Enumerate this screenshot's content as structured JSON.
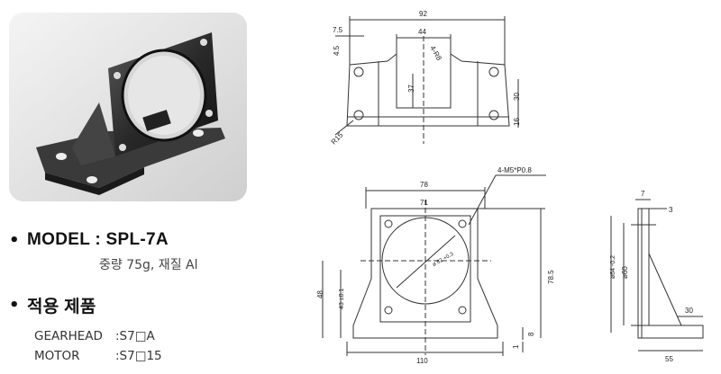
{
  "spec": {
    "model_line": "MODEL : SPL-7A",
    "weight_material": "중량 75g, 재질 Al",
    "applicable_title": "적용 제품",
    "gearhead_label": "GEARHEAD",
    "gearhead_value": ":S7□A",
    "motor_label": "MOTOR",
    "motor_value": ":S7□15"
  },
  "drawing_top": {
    "dim_width": "92",
    "dim_slot": "44",
    "dim_edge": "7.5",
    "dim_hole_offset": "4.5",
    "note_radius": "4-R8",
    "dim_slot_depth": "37",
    "dim_height": "30",
    "dim_base": "16",
    "note_corner": "R15"
  },
  "drawing_front": {
    "dim_outer": "78",
    "dim_pitch": "71",
    "note_holes": "4-M5*P0.8",
    "dim_bore": "ø 82 +0.3",
    "dim_total_height": "78.5",
    "dim_left_height": "48",
    "dim_center": "43 ±0.1",
    "dim_foot": "8",
    "dim_foot_gap": "1",
    "dim_base_width": "110"
  },
  "drawing_side": {
    "dim_thickness": "7",
    "dim_lip": "3",
    "dim_pilot": "ø64 -0.2",
    "dim_inner": "ø60",
    "dim_foot_len": "30",
    "dim_base_len": "55"
  }
}
